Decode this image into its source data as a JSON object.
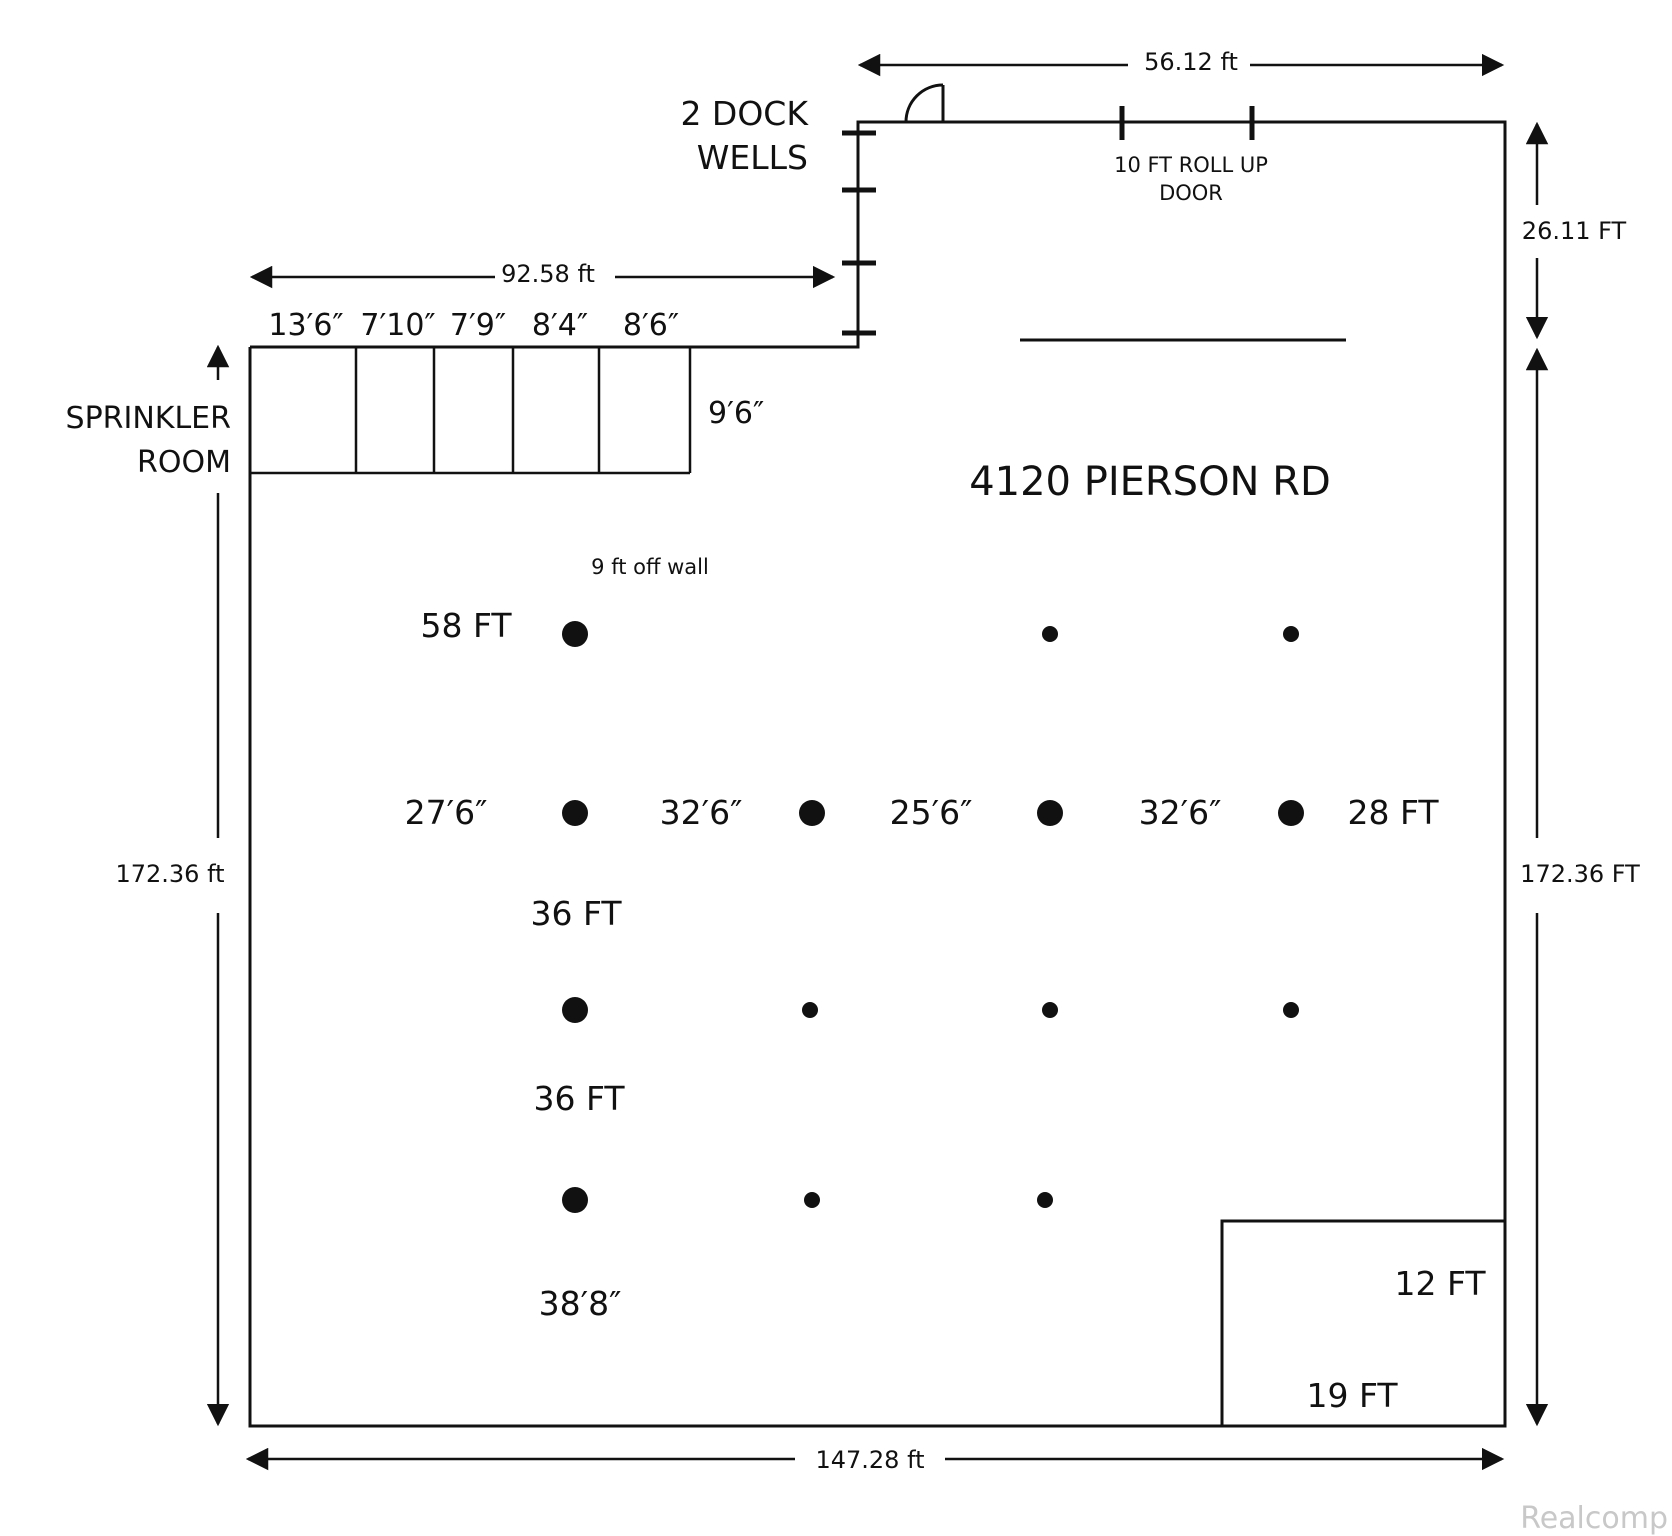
{
  "title": "4120 PIERSON RD",
  "watermark": "Realcomp",
  "dimensions": {
    "top_right_width": "56.12 ft",
    "top_left_width": "92.58 ft",
    "bottom_width": "147.28 ft",
    "left_height": "172.36 ft",
    "right_height": "172.36 FT",
    "right_upper_height": "26.11 FT"
  },
  "labels": {
    "dock_wells_line1": "2 DOCK",
    "dock_wells_line2": "WELLS",
    "roll_up_door_line1": "10 FT ROLL UP",
    "roll_up_door_line2": "DOOR",
    "sprinkler_line1": "SPRINKLER",
    "sprinkler_line2": "ROOM",
    "off_wall_note": "9 ft off wall"
  },
  "rooms": {
    "widths": [
      "13′6″",
      "7′10″",
      "7′9″",
      "8′4″",
      "8′6″"
    ],
    "depth": "9′6″"
  },
  "column_spacing": {
    "row_58": "58 FT",
    "h_27_6": "27′6″",
    "h_32_6_a": "32′6″",
    "h_25_6": "25′6″",
    "h_32_6_b": "32′6″",
    "h_28": "28 FT",
    "v_36_a": "36 FT",
    "v_36_b": "36 FT",
    "v_38_8": "38′8″"
  },
  "office": {
    "height": "12 FT",
    "width": "19 FT"
  },
  "colors": {
    "ink": "#111111",
    "background": "#ffffff",
    "watermark": "#c8c8c8"
  }
}
